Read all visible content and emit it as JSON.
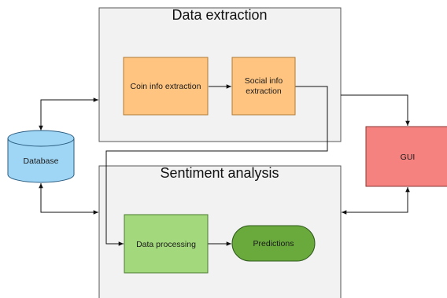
{
  "groups": {
    "data_extraction": "Data extraction",
    "sentiment_analysis": "Sentiment analysis"
  },
  "nodes": {
    "coin_info": "Coin info extraction",
    "social_info_line1": "Social info",
    "social_info_line2": "extraction",
    "database": "Database",
    "gui": "GUI",
    "data_processing": "Data processing",
    "predictions": "Predictions"
  },
  "colors": {
    "group_fill": "#f2f2f2",
    "group_stroke": "#555555",
    "orange_fill": "#ffc480",
    "orange_stroke": "#b07a34",
    "blue_fill": "#9fd6f5",
    "blue_stroke": "#2a5c80",
    "red_fill": "#f5827f",
    "red_stroke": "#8a3a38",
    "green_fill": "#a3d97c",
    "green_stroke": "#4b7a2c",
    "dark_green_fill": "#6aaa3d",
    "dark_green_stroke": "#2f5a1c",
    "edge": "#111111"
  },
  "edges": [
    {
      "from": "database",
      "to": "data_extraction",
      "bidirectional": true
    },
    {
      "from": "coin_info",
      "to": "social_info",
      "bidirectional": false
    },
    {
      "from": "data_extraction",
      "to": "gui",
      "bidirectional": false
    },
    {
      "from": "social_info",
      "to": "data_processing",
      "bidirectional": false
    },
    {
      "from": "database",
      "to": "sentiment_analysis",
      "bidirectional": true
    },
    {
      "from": "data_processing",
      "to": "predictions",
      "bidirectional": false
    },
    {
      "from": "gui",
      "to": "sentiment_analysis",
      "bidirectional": true
    }
  ]
}
